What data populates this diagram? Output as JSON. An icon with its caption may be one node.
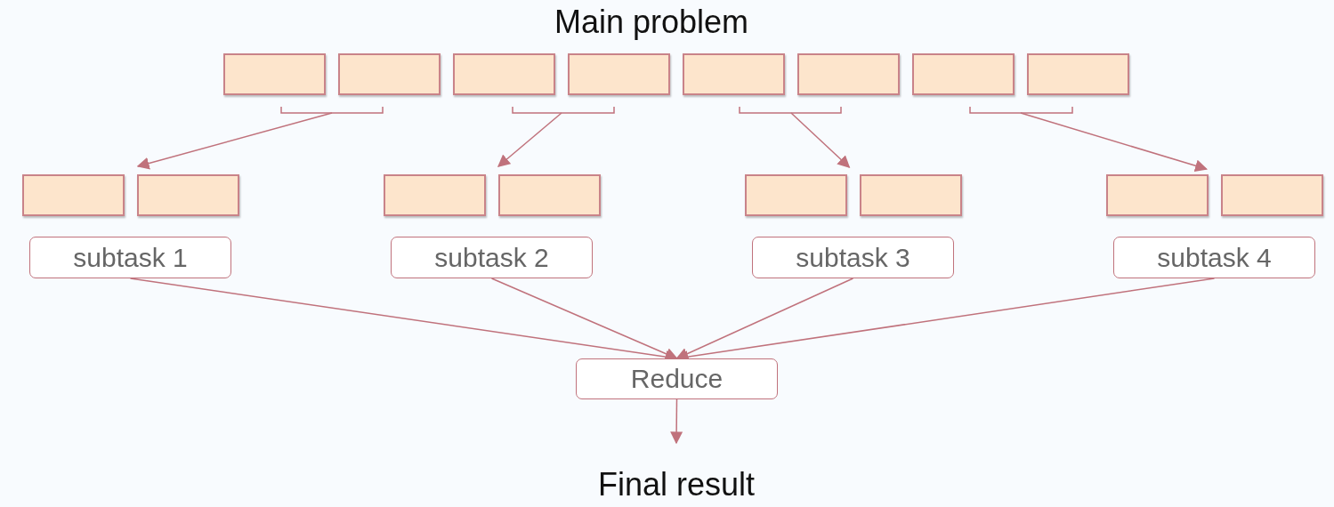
{
  "diagram": {
    "title": "Main problem",
    "nodes": [
      {
        "text": [],
        "shape": "box"
      },
      {
        "text": [],
        "shape": "box"
      },
      {
        "text": [],
        "shape": "box"
      },
      {
        "text": [],
        "shape": "box"
      },
      {
        "text": [],
        "shape": "box"
      },
      {
        "text": [],
        "shape": "box"
      },
      {
        "text": [],
        "shape": "box"
      },
      {
        "text": [],
        "shape": "box"
      },
      {
        "text": [],
        "shape": "box"
      },
      {
        "text": [],
        "shape": "box"
      },
      {
        "text": [],
        "shape": "box"
      },
      {
        "text": [],
        "shape": "box"
      },
      {
        "text": [],
        "shape": "box"
      },
      {
        "text": [],
        "shape": "box"
      },
      {
        "text": [],
        "shape": "box"
      },
      {
        "text": [],
        "shape": "box"
      },
      {
        "text": [
          "subtask 1"
        ]
      },
      {
        "text": [
          "subtask 2"
        ]
      },
      {
        "text": [
          "subtask 3"
        ]
      },
      {
        "text": [
          "subtask 4"
        ]
      },
      {
        "text": [
          "Reduce"
        ]
      },
      {
        "text": [
          "Final result"
        ]
      }
    ],
    "edges": [
      {
        "from": 0,
        "to": 8,
        "arrow": "to"
      },
      {
        "from": 2,
        "to": 11,
        "arrow": "to"
      },
      {
        "from": 4,
        "to": 12,
        "arrow": "to"
      },
      {
        "from": 6,
        "to": 14,
        "arrow": "to"
      },
      {
        "from": 16,
        "to": 20,
        "arrow": "to"
      },
      {
        "from": 17,
        "to": 20,
        "arrow": "to"
      },
      {
        "from": 18,
        "to": 20,
        "arrow": "to"
      },
      {
        "from": 19,
        "to": 20,
        "arrow": "to"
      },
      {
        "from": 20,
        "to": 21,
        "arrow": "to"
      }
    ]
  }
}
